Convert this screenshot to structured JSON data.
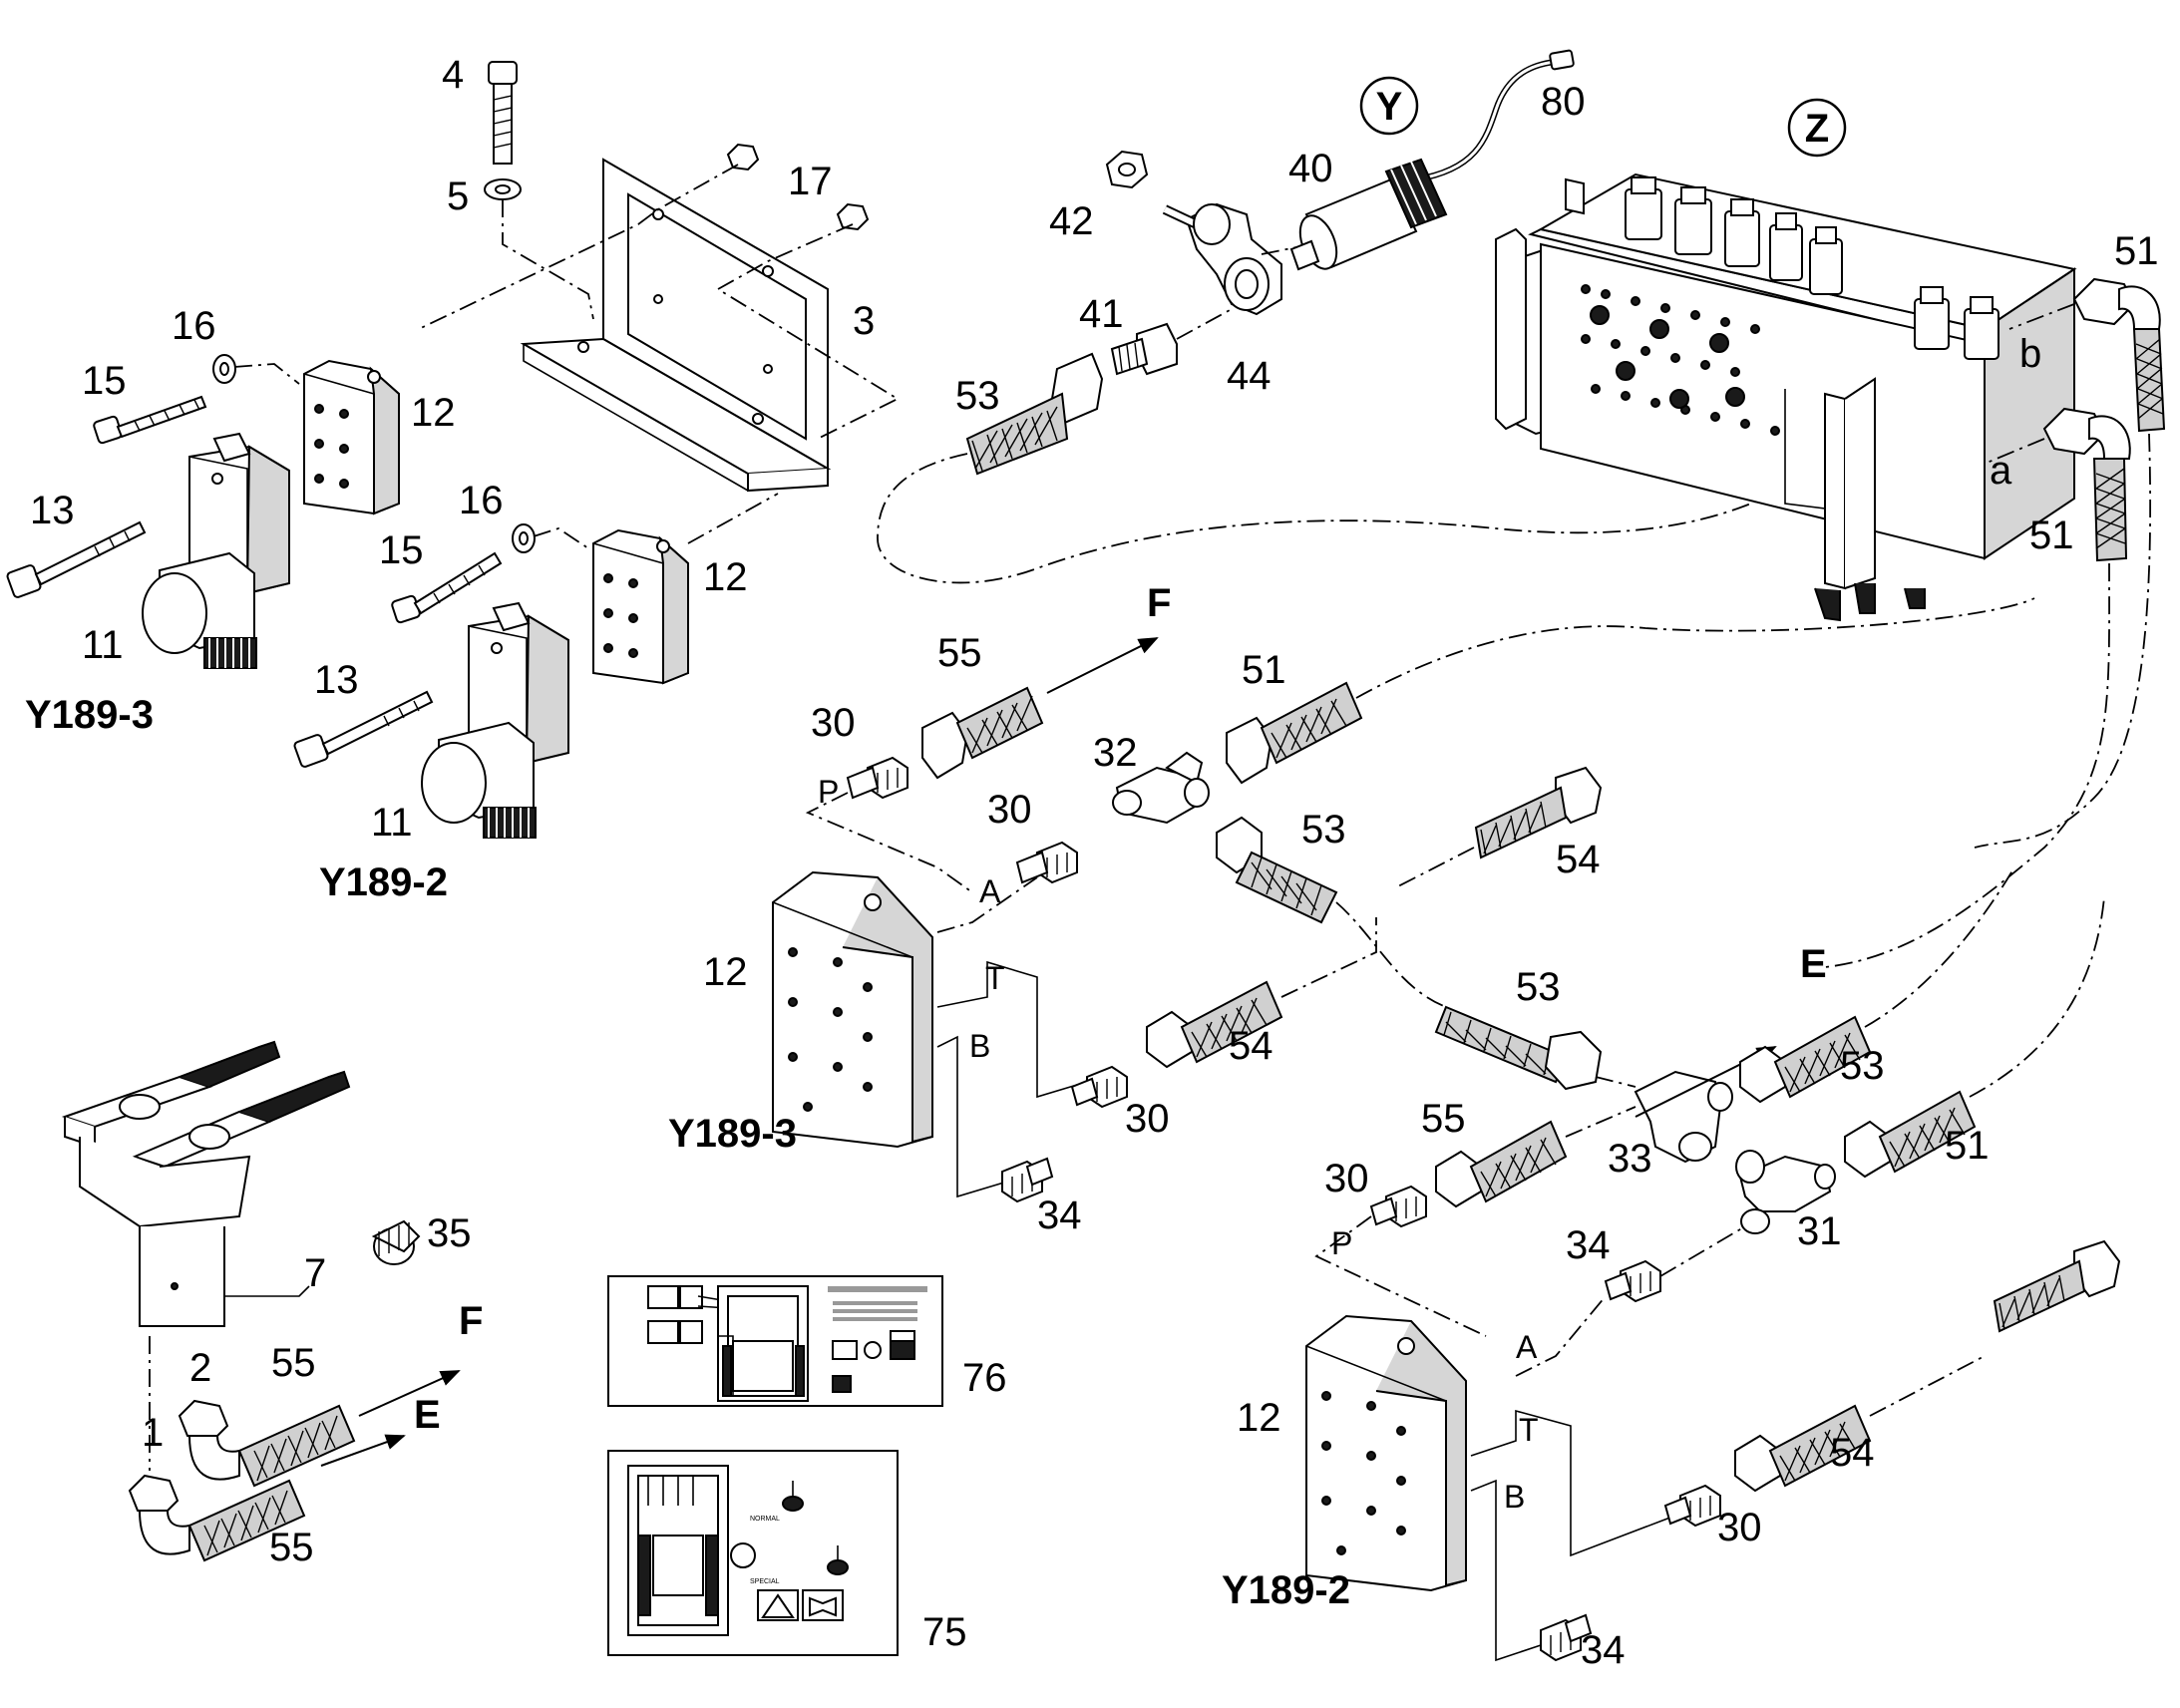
{
  "callouts": {
    "n4": "4",
    "n5": "5",
    "n17": "17",
    "n3": "3",
    "n16a": "16",
    "n15a": "15",
    "n12a": "12",
    "n13a": "13",
    "n11a": "11",
    "n16b": "16",
    "n15b": "15",
    "n12b": "12",
    "n13b": "13",
    "n11b": "11",
    "n80": "80",
    "n40": "40",
    "n42": "42",
    "n41": "41",
    "n44": "44",
    "n53a": "53",
    "n51a": "51",
    "n51b": "51",
    "n55a": "55",
    "n30a": "30",
    "n51c": "51",
    "n32": "32",
    "n30b": "30",
    "n53b": "53",
    "n54a": "54",
    "n12c": "12",
    "n54b": "54",
    "n30c": "30",
    "n34a": "34",
    "n53c": "53",
    "n53d": "53",
    "n55b": "55",
    "n30d": "30",
    "n33": "33",
    "n51d": "51",
    "n34b": "34",
    "n31": "31",
    "n35": "35",
    "n7": "7",
    "n2": "2",
    "n1": "1",
    "n55c": "55",
    "n55d": "55",
    "n76": "76",
    "n75": "75",
    "n12d": "12",
    "n54c": "54",
    "n30e": "30",
    "n34c": "34"
  },
  "ports": {
    "p1": "P",
    "a1": "A",
    "t1": "T",
    "b1": "B",
    "p2": "P",
    "a2": "A",
    "t2": "T",
    "b2": "B",
    "hose_a": "a",
    "hose_b": "b"
  },
  "flow": {
    "f1": "F",
    "f2": "F",
    "e1": "E",
    "e2": "E"
  },
  "views": {
    "y": "Y",
    "z": "Z"
  },
  "valves": {
    "y189_3_top": "Y189-3",
    "y189_2_top": "Y189-2",
    "y189_3_bottom": "Y189-3",
    "y189_2_bottom": "Y189-2"
  },
  "decals": {
    "d76_line1": "",
    "d75_line1": "NORMAL",
    "d75_line2": "SPECIAL"
  }
}
